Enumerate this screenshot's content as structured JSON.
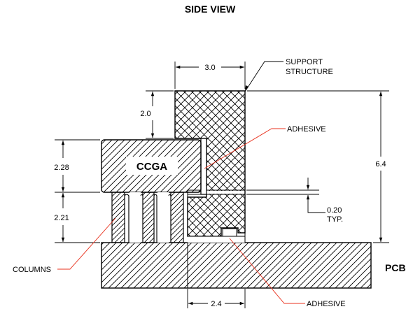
{
  "diagram": {
    "title": "SIDE VIEW",
    "component_label": "CCGA",
    "pcb_label": "PCB",
    "callouts": {
      "support_line1": "SUPPORT",
      "support_line2": "STRUCTURE",
      "adhesive_top": "ADHESIVE",
      "adhesive_bottom": "ADHESIVE",
      "columns": "COLUMNS"
    },
    "dimensions": {
      "support_width": "3.0",
      "support_above_ccga": "2.0",
      "ccga_height": "2.28",
      "column_height": "2.21",
      "total_height": "6.4",
      "gap_value": "0.20",
      "gap_typ": "TYP.",
      "support_inset": "2.4"
    },
    "colors": {
      "linework": "#000000",
      "leader": "#e8301c"
    }
  }
}
